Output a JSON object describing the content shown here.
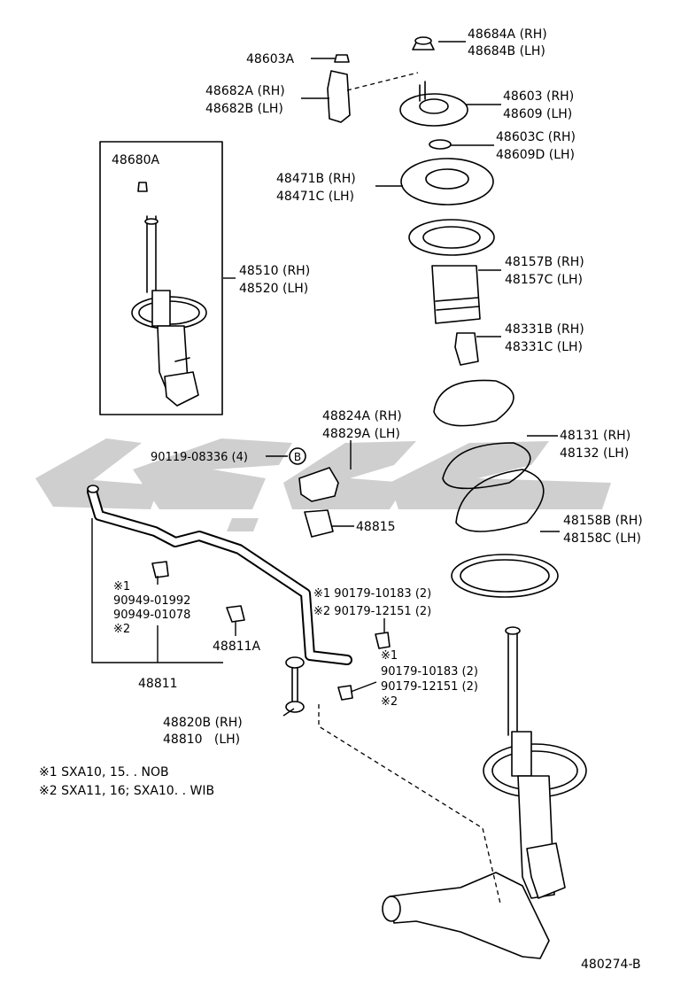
{
  "labels": {
    "p48684": [
      "48684A (RH)",
      "48684B (LH)"
    ],
    "p48603A": "48603A",
    "p48682": [
      "48682A (RH)",
      "48682B (LH)"
    ],
    "p48603": [
      "48603 (RH)",
      "48609 (LH)"
    ],
    "p48603C": [
      "48603C (RH)",
      "48609D (LH)"
    ],
    "p48680A": "48680A",
    "p48471": [
      "48471B (RH)",
      "48471C (LH)"
    ],
    "p48510": [
      "48510 (RH)",
      "48520 (LH)"
    ],
    "p48157": [
      "48157B (RH)",
      "48157C (LH)"
    ],
    "p48331": [
      "48331B (RH)",
      "48331C (LH)"
    ],
    "p48824": [
      "48824A (RH)",
      "48829A (LH)"
    ],
    "p48131": [
      "48131 (RH)",
      "48132 (LH)"
    ],
    "p90119": "90119-08336 (4)",
    "p90119_ref": "B",
    "p48815": "48815",
    "p48158": [
      "48158B (RH)",
      "48158C (LH)"
    ],
    "p90949": [
      "※1",
      "90949-01992",
      "90949-01078",
      "※2"
    ],
    "p90179a": [
      "※1 90179-10183 (2)",
      "※2 90179-12151 (2)"
    ],
    "p48811A": "48811A",
    "p90179b": [
      "※1",
      "90179-10183 (2)",
      "90179-12151 (2)",
      "※2"
    ],
    "p48811": "48811",
    "p48820": [
      "48820B (RH)",
      "48810   (LH)"
    ]
  },
  "notes": [
    "※1 SXA10, 15. . NOB",
    "※2 SXA11, 16; SXA10. . WIB"
  ],
  "diagram_code": "480274-B"
}
